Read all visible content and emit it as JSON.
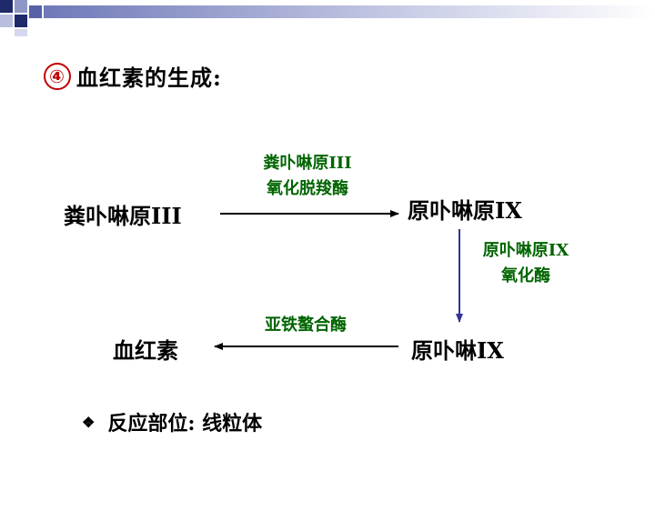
{
  "header": {
    "number": "④",
    "title": "血红素的生成:"
  },
  "nodes": {
    "coproporphyrinogen": "粪卟啉原III",
    "protoporphyrinogen": "原卟啉原IX",
    "protoporphyrin": "原卟啉IX",
    "heme": "血红素"
  },
  "enzymes": {
    "step1_line1": "粪卟啉原III",
    "step1_line2": "氧化脱羧酶",
    "step2_line1": "原卟啉原IX",
    "step2_line2": "氧化酶",
    "step3": "亚铁螯合酶"
  },
  "note": {
    "bullet": "❖",
    "text": "反应部位: 线粒体"
  },
  "colors": {
    "enzyme": "#006400",
    "number": "#c00000",
    "arrow_vertical": "#333399",
    "corner": "#1f2a6b"
  }
}
